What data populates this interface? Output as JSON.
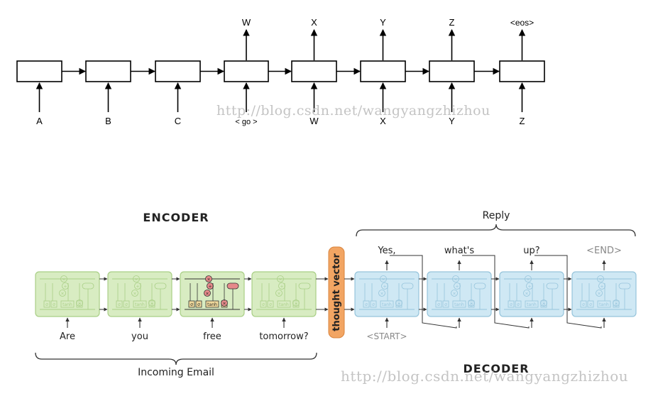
{
  "top_seq2seq": {
    "inputs": [
      "A",
      "B",
      "C",
      "< go >",
      "W",
      "X",
      "Y",
      "Z"
    ],
    "outputs": [
      "",
      "",
      "",
      "W",
      "X",
      "Y",
      "Z",
      "<eos>"
    ]
  },
  "bottom_seq2seq": {
    "encoder_title": "ENCODER",
    "decoder_title": "DECODER",
    "reply_label": "Reply",
    "incoming_label": "Incoming Email",
    "thought_vector_label": "thought vector",
    "encoder_inputs": [
      "Are",
      "you",
      "free",
      "tomorrow?"
    ],
    "decoder_input": "<START>",
    "decoder_outputs": [
      "Yes,",
      "what's",
      "up?",
      "<END>"
    ],
    "lstm_cell_labels": {
      "sigma": "σ",
      "tanh": "tanh",
      "times": "×",
      "plus": "+"
    }
  },
  "watermarks": {
    "top": "http://blog.csdn.net/wangyangzhizhou",
    "bottom": "http://blog.csdn.net/wangyangzhizhou"
  },
  "colors": {
    "encoder_fill": "#d8ecc2",
    "encoder_stroke": "#a9cf86",
    "decoder_fill": "#cfe8f4",
    "decoder_stroke": "#96c4db",
    "thought_vector": "#f2a563",
    "gate_fill": "#f0d99c",
    "op_fill": "#e58a8a"
  }
}
